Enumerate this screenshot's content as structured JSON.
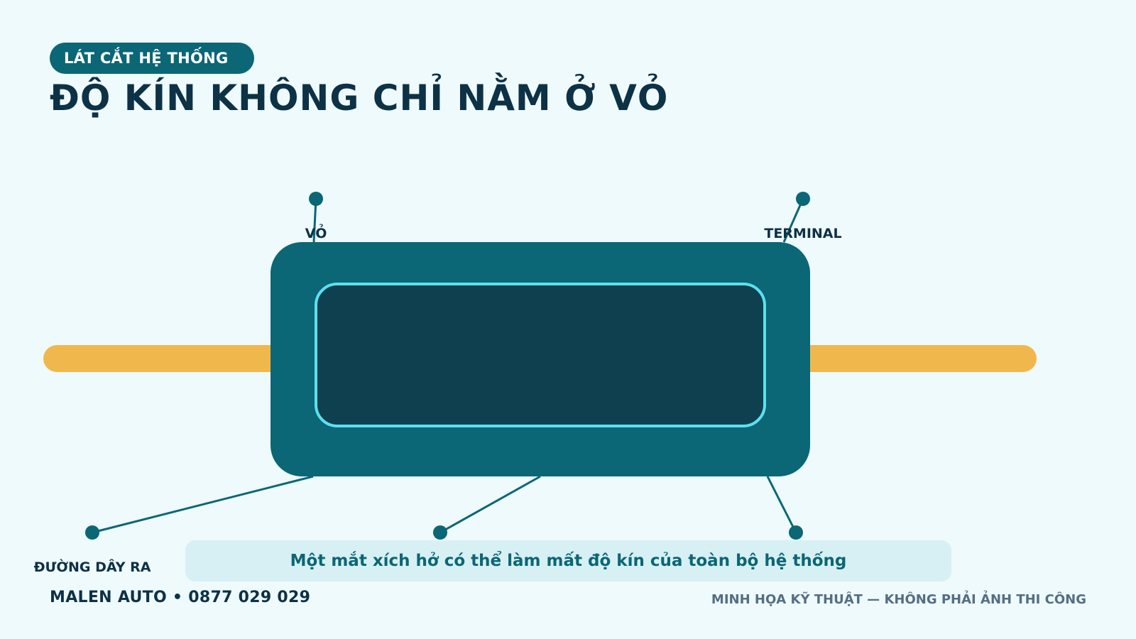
{
  "header": {
    "badge": "LÁT CẮT HỆ THỐNG",
    "title": "ĐỘ KÍN KHÔNG CHỈ NẰM Ở VỎ"
  },
  "diagram": {
    "labels": {
      "shell": "VỎ",
      "terminal": "TERMINAL",
      "wire_out": "ĐƯỜNG DÂY RA"
    }
  },
  "note": "Một mắt xích hở có thể làm mất độ kín của toàn bộ hệ thống",
  "footer": {
    "brand": "MALEN AUTO • 0877 029 029",
    "disclaimer": "MINH HỌA KỸ THUẬT — KHÔNG PHẢI ẢNH THI CÔNG"
  },
  "colors": {
    "background": "#eefafc",
    "housing": "#0b6675",
    "core": "#0f4050",
    "seal": "#5ce0f0",
    "wire": "#f0b84c",
    "text_dark": "#0d3145"
  }
}
